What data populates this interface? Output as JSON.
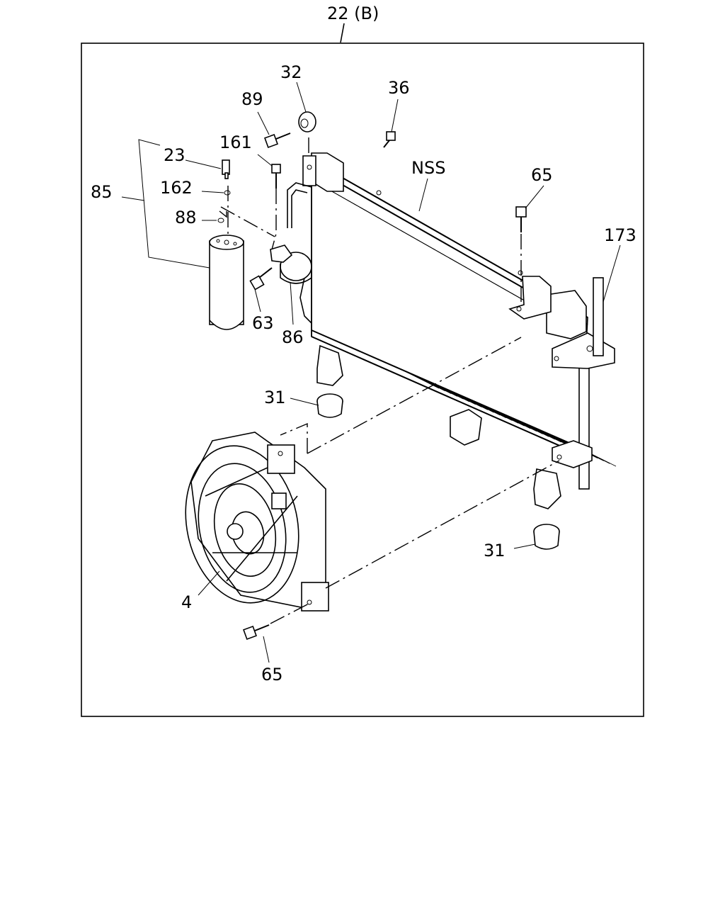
{
  "header": {
    "ref_label": "22 (B)"
  },
  "callouts": [
    {
      "id": "c32",
      "text": "32"
    },
    {
      "id": "c89",
      "text": "89"
    },
    {
      "id": "c36",
      "text": "36"
    },
    {
      "id": "c161",
      "text": "161"
    },
    {
      "id": "c23",
      "text": "23"
    },
    {
      "id": "cNSS",
      "text": "NSS"
    },
    {
      "id": "c65a",
      "text": "65"
    },
    {
      "id": "c85",
      "text": "85"
    },
    {
      "id": "c162",
      "text": "162"
    },
    {
      "id": "c88",
      "text": "88"
    },
    {
      "id": "c173",
      "text": "173"
    },
    {
      "id": "c63",
      "text": "63"
    },
    {
      "id": "c86",
      "text": "86"
    },
    {
      "id": "c31a",
      "text": "31"
    },
    {
      "id": "c31b",
      "text": "31"
    },
    {
      "id": "c4",
      "text": "4"
    },
    {
      "id": "c65b",
      "text": "65"
    }
  ]
}
